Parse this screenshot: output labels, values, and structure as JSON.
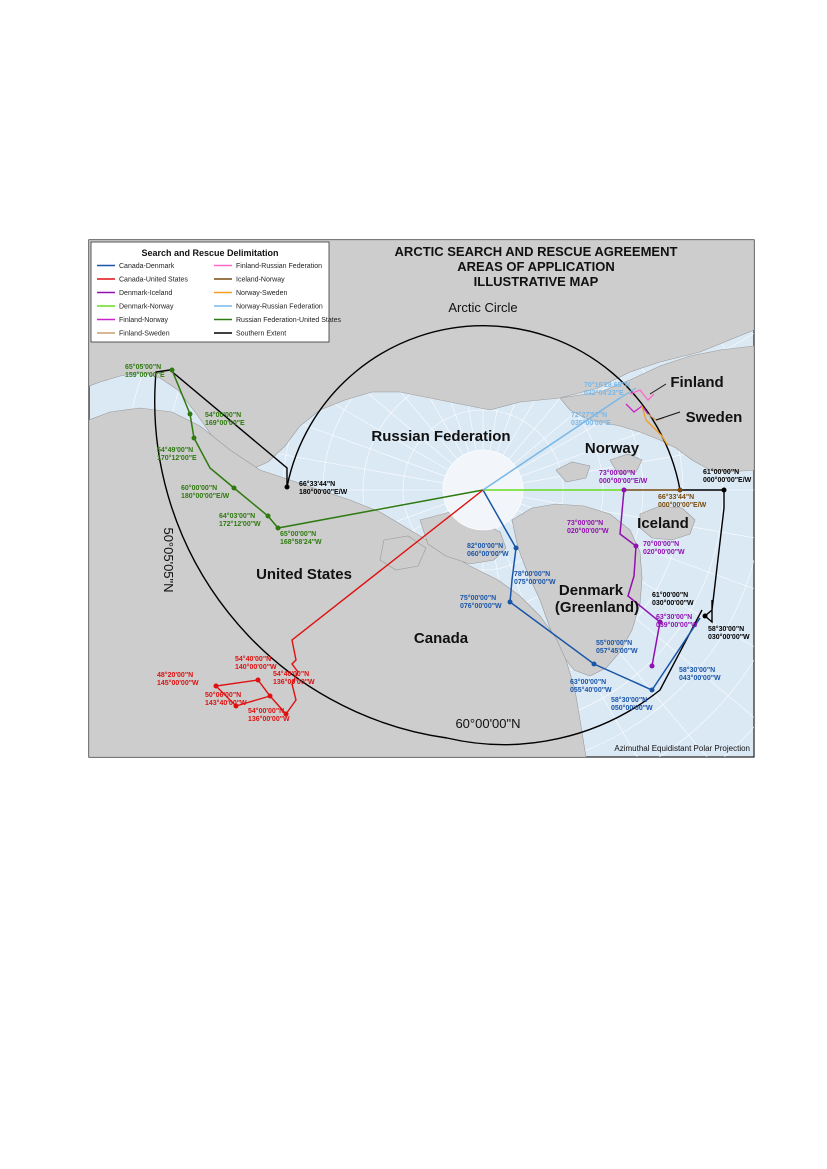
{
  "map": {
    "title_lines": [
      "ARCTIC SEARCH AND RESCUE AGREEMENT",
      "AREAS OF APPLICATION",
      "ILLUSTRATIVE MAP"
    ],
    "projection": "Azimuthal Equidistant Polar Projection",
    "arctic_circle_label": "Arctic Circle",
    "parallel_label": "60°00'00\"N",
    "side_label": "50°05'05\"N",
    "colors": {
      "ocean": "#dbe9f5",
      "land": "#cdcdcd",
      "ice": "#f2f6fa",
      "grid": "#ffffff"
    },
    "legend": {
      "title": "Search and Rescue Delimitation",
      "items": [
        {
          "label": "Canada-Denmark",
          "color": "#1a56a8"
        },
        {
          "label": "Finland-Russian Federation",
          "color": "#ff66cc"
        },
        {
          "label": "Canada-United States",
          "color": "#e01010"
        },
        {
          "label": "Iceland-Norway",
          "color": "#7a4a10"
        },
        {
          "label": "Denmark-Iceland",
          "color": "#9010b0"
        },
        {
          "label": "Norway-Sweden",
          "color": "#f0a020"
        },
        {
          "label": "Denmark-Norway",
          "color": "#66dd22"
        },
        {
          "label": "Norway-Russian Federation",
          "color": "#7ab8e8"
        },
        {
          "label": "Finland-Norway",
          "color": "#cc22cc"
        },
        {
          "label": "Russian Federation-United States",
          "color": "#2e7a10"
        },
        {
          "label": "Finland-Sweden",
          "color": "#c8a070"
        },
        {
          "label": "Southern Extent",
          "color": "#000000"
        }
      ]
    },
    "countries": {
      "russia": "Russian Federation",
      "norway": "Norway",
      "finland": "Finland",
      "sweden": "Sweden",
      "iceland": "Iceland",
      "denmark_1": "Denmark",
      "denmark_2": "(Greenland)",
      "us": "United States",
      "canada": "Canada"
    },
    "coords": {
      "c1": [
        "65°05'00\"N",
        "159°00'00\"E"
      ],
      "c2": [
        "54°00'00\"N",
        "169°00'00\"E"
      ],
      "c3": [
        "54°49'00\"N",
        "170°12'00\"E"
      ],
      "c4": [
        "60°00'00\"N",
        "180°00'00\"E/W"
      ],
      "c5": [
        "64°03'00\"N",
        "172°12'00\"W"
      ],
      "c6": [
        "65°00'00\"N",
        "168°58'24\"W"
      ],
      "c7": [
        "66°33'44\"N",
        "180°00'00\"E/W"
      ],
      "c8": [
        "70°16'28.65\"N",
        "032°04'23\"E"
      ],
      "c9": [
        "72°27'51\"N",
        "035°00'00\"E"
      ],
      "c10": [
        "73°00'00\"N",
        "000°00'00\"E/W"
      ],
      "c11": [
        "61°00'00\"N",
        "000°00'00\"E/W"
      ],
      "c12": [
        "66°33'44\"N",
        "000°00'00\"E/W"
      ],
      "c13": [
        "73°00'00\"N",
        "020°00'00\"W"
      ],
      "c14": [
        "70°00'00\"N",
        "020°00'00\"W"
      ],
      "c15": [
        "61°00'00\"N",
        "030°00'00\"W"
      ],
      "c16": [
        "63°30'00\"N",
        "039°00'00\"W"
      ],
      "c17": [
        "58°30'00\"N",
        "030°00'00\"W"
      ],
      "c18": [
        "58°30'00\"N",
        "043°00'00\"W"
      ],
      "c19": [
        "58°30'00\"N",
        "050°00'00\"W"
      ],
      "c20": [
        "63°00'00\"N",
        "055°40'00\"W"
      ],
      "c21": [
        "55°00'00\"N",
        "057°45'00\"W"
      ],
      "c22": [
        "82°00'00\"N",
        "060°00'00\"W"
      ],
      "c23": [
        "78°00'00\"N",
        "075°00'00\"W"
      ],
      "c24": [
        "75°00'00\"N",
        "076°00'00\"W"
      ],
      "c25": [
        "48°20'00\"N",
        "145°00'00\"W"
      ],
      "c26": [
        "54°40'00\"N",
        "140°00'00\"W"
      ],
      "c27": [
        "54°40'00\"N",
        "136°00'00\"W"
      ],
      "c28": [
        "50°06'00\"N",
        "143°40'00\"W"
      ],
      "c29": [
        "54°00'00\"N",
        "136°00'00\"W"
      ]
    }
  }
}
